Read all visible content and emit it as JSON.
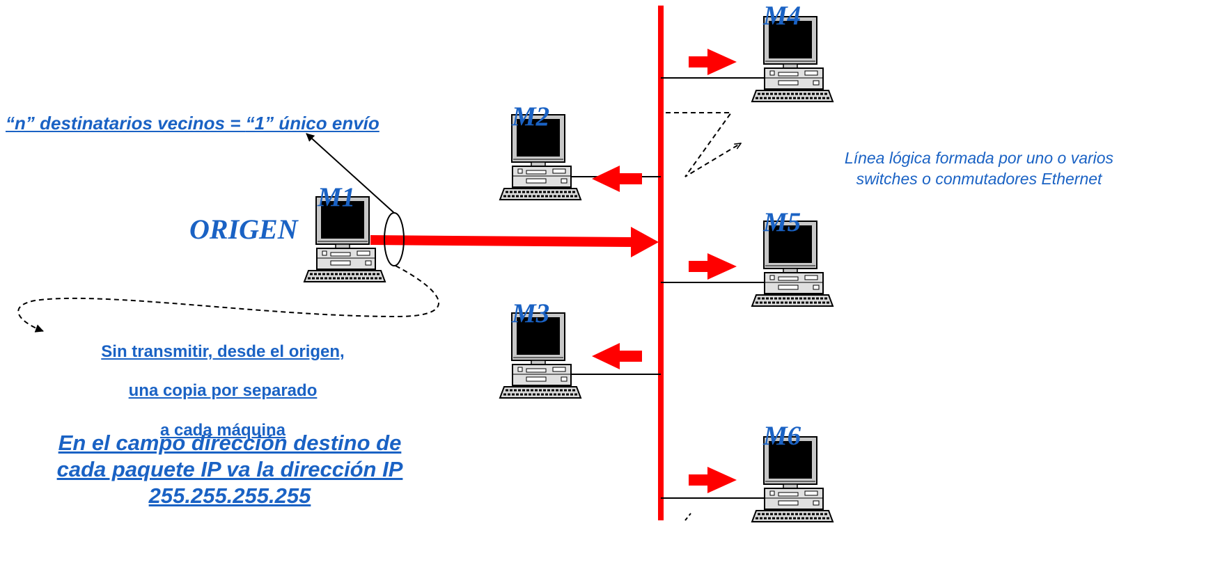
{
  "machines": {
    "m1": "M1",
    "m2": "M2",
    "m3": "M3",
    "m4": "M4",
    "m5": "M5",
    "m6": "M6"
  },
  "origin_label": "ORIGEN",
  "summary": {
    "part1": "“n” destinatarios vecinos",
    "equals": " = ",
    "part2": "“1” único envío"
  },
  "switch_note": {
    "line1": "Línea lógica formada por uno o varios",
    "line2": "switches o conmutadores Ethernet"
  },
  "no_copies_note": {
    "line1": "Sin transmitir, desde el origen,",
    "line2": "una copia por separado",
    "line3": "a cada máquina"
  },
  "broadcast_note": {
    "line1": "En el campo dirección destino de",
    "line2": "cada paquete IP  va la dirección IP",
    "line3": "255.255.255.255"
  },
  "colors": {
    "bus": "#ff0000",
    "arrow": "#ff0000",
    "label": "#1a62c4"
  }
}
